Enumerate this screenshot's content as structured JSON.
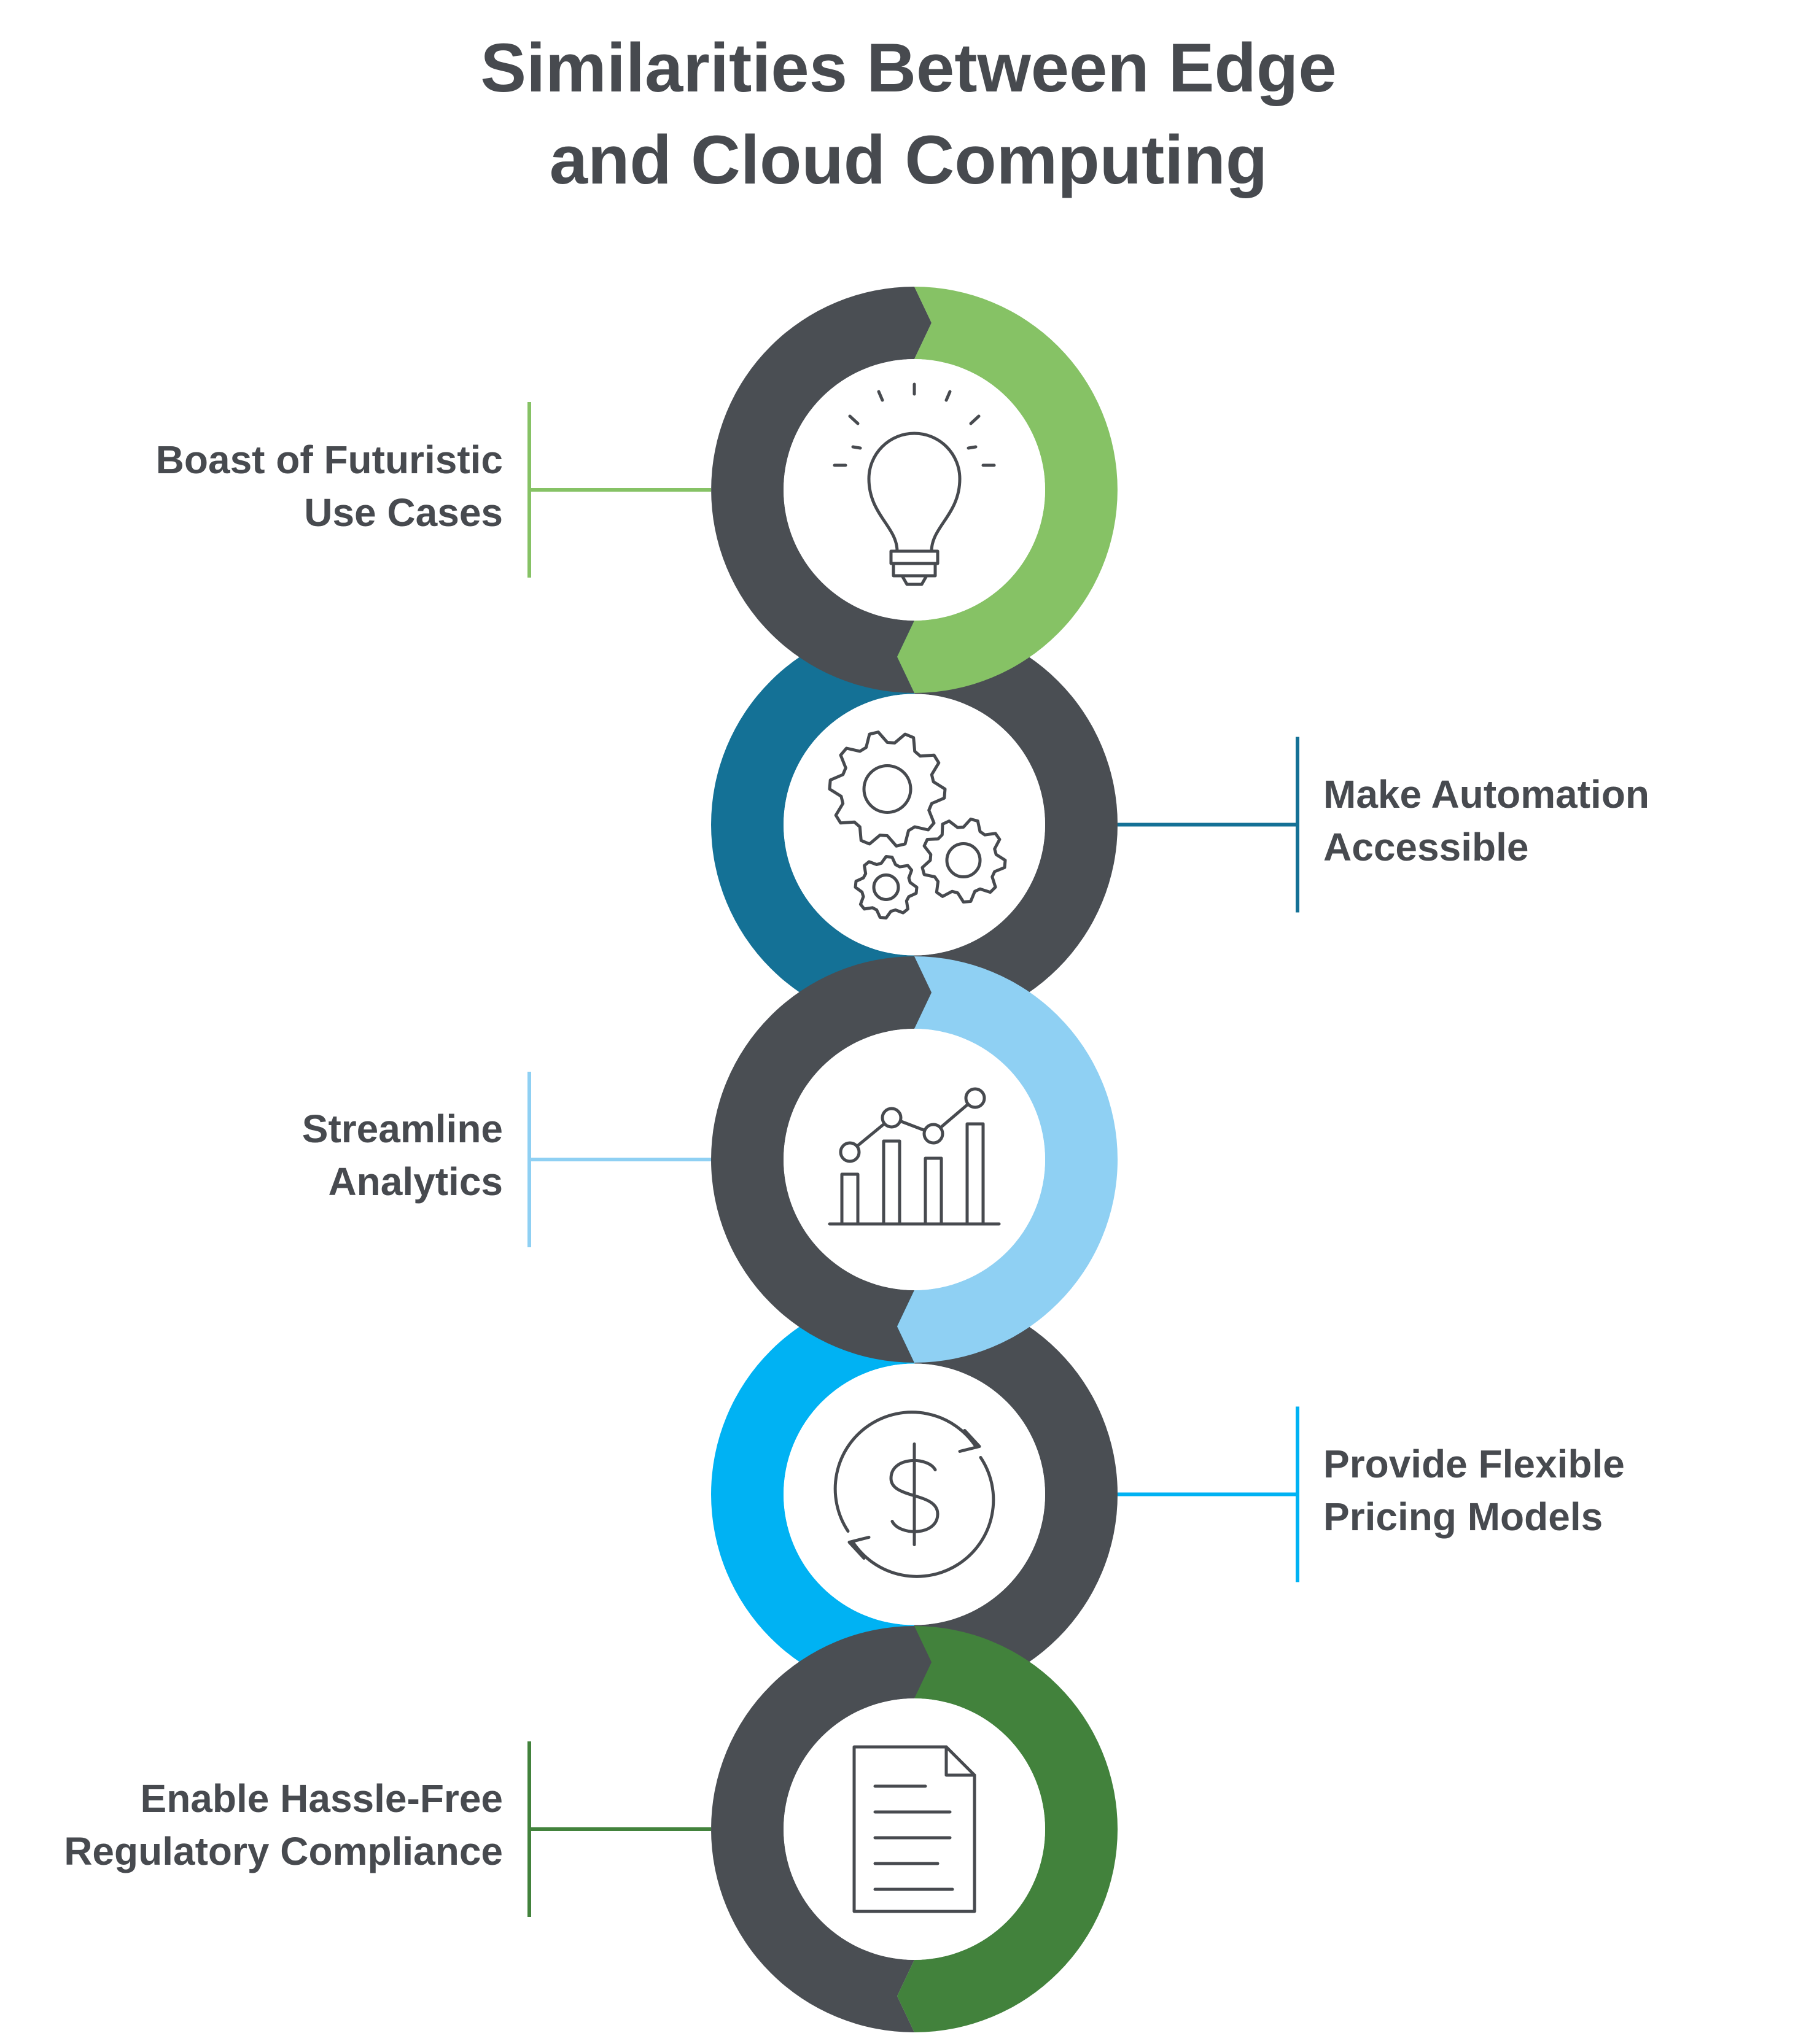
{
  "title": {
    "line1": "Similarities Between Edge",
    "line2": "and Cloud Computing"
  },
  "colors": {
    "dark": "#4a4e53",
    "text": "#474a4f",
    "icon_stroke": "#474a4f",
    "inner": "#ffffff"
  },
  "items": [
    {
      "line1": "Boast of Futuristic",
      "line2": "Use Cases",
      "side": "left",
      "accent": "#86c265",
      "icon": "lightbulb-icon"
    },
    {
      "line1": "Make Automation",
      "line2": "Accessible",
      "side": "right",
      "accent": "#147196",
      "icon": "gears-icon"
    },
    {
      "line1": "Streamline",
      "line2": "Analytics",
      "side": "left",
      "accent": "#8fd0f3",
      "icon": "bar-chart-icon"
    },
    {
      "line1": "Provide Flexible",
      "line2": "Pricing Models",
      "side": "right",
      "accent": "#00b2f3",
      "icon": "dollar-cycle-icon"
    },
    {
      "line1": "Enable Hassle-Free",
      "line2": "Regulatory Compliance",
      "side": "left",
      "accent": "#42823c",
      "icon": "document-icon"
    }
  ]
}
